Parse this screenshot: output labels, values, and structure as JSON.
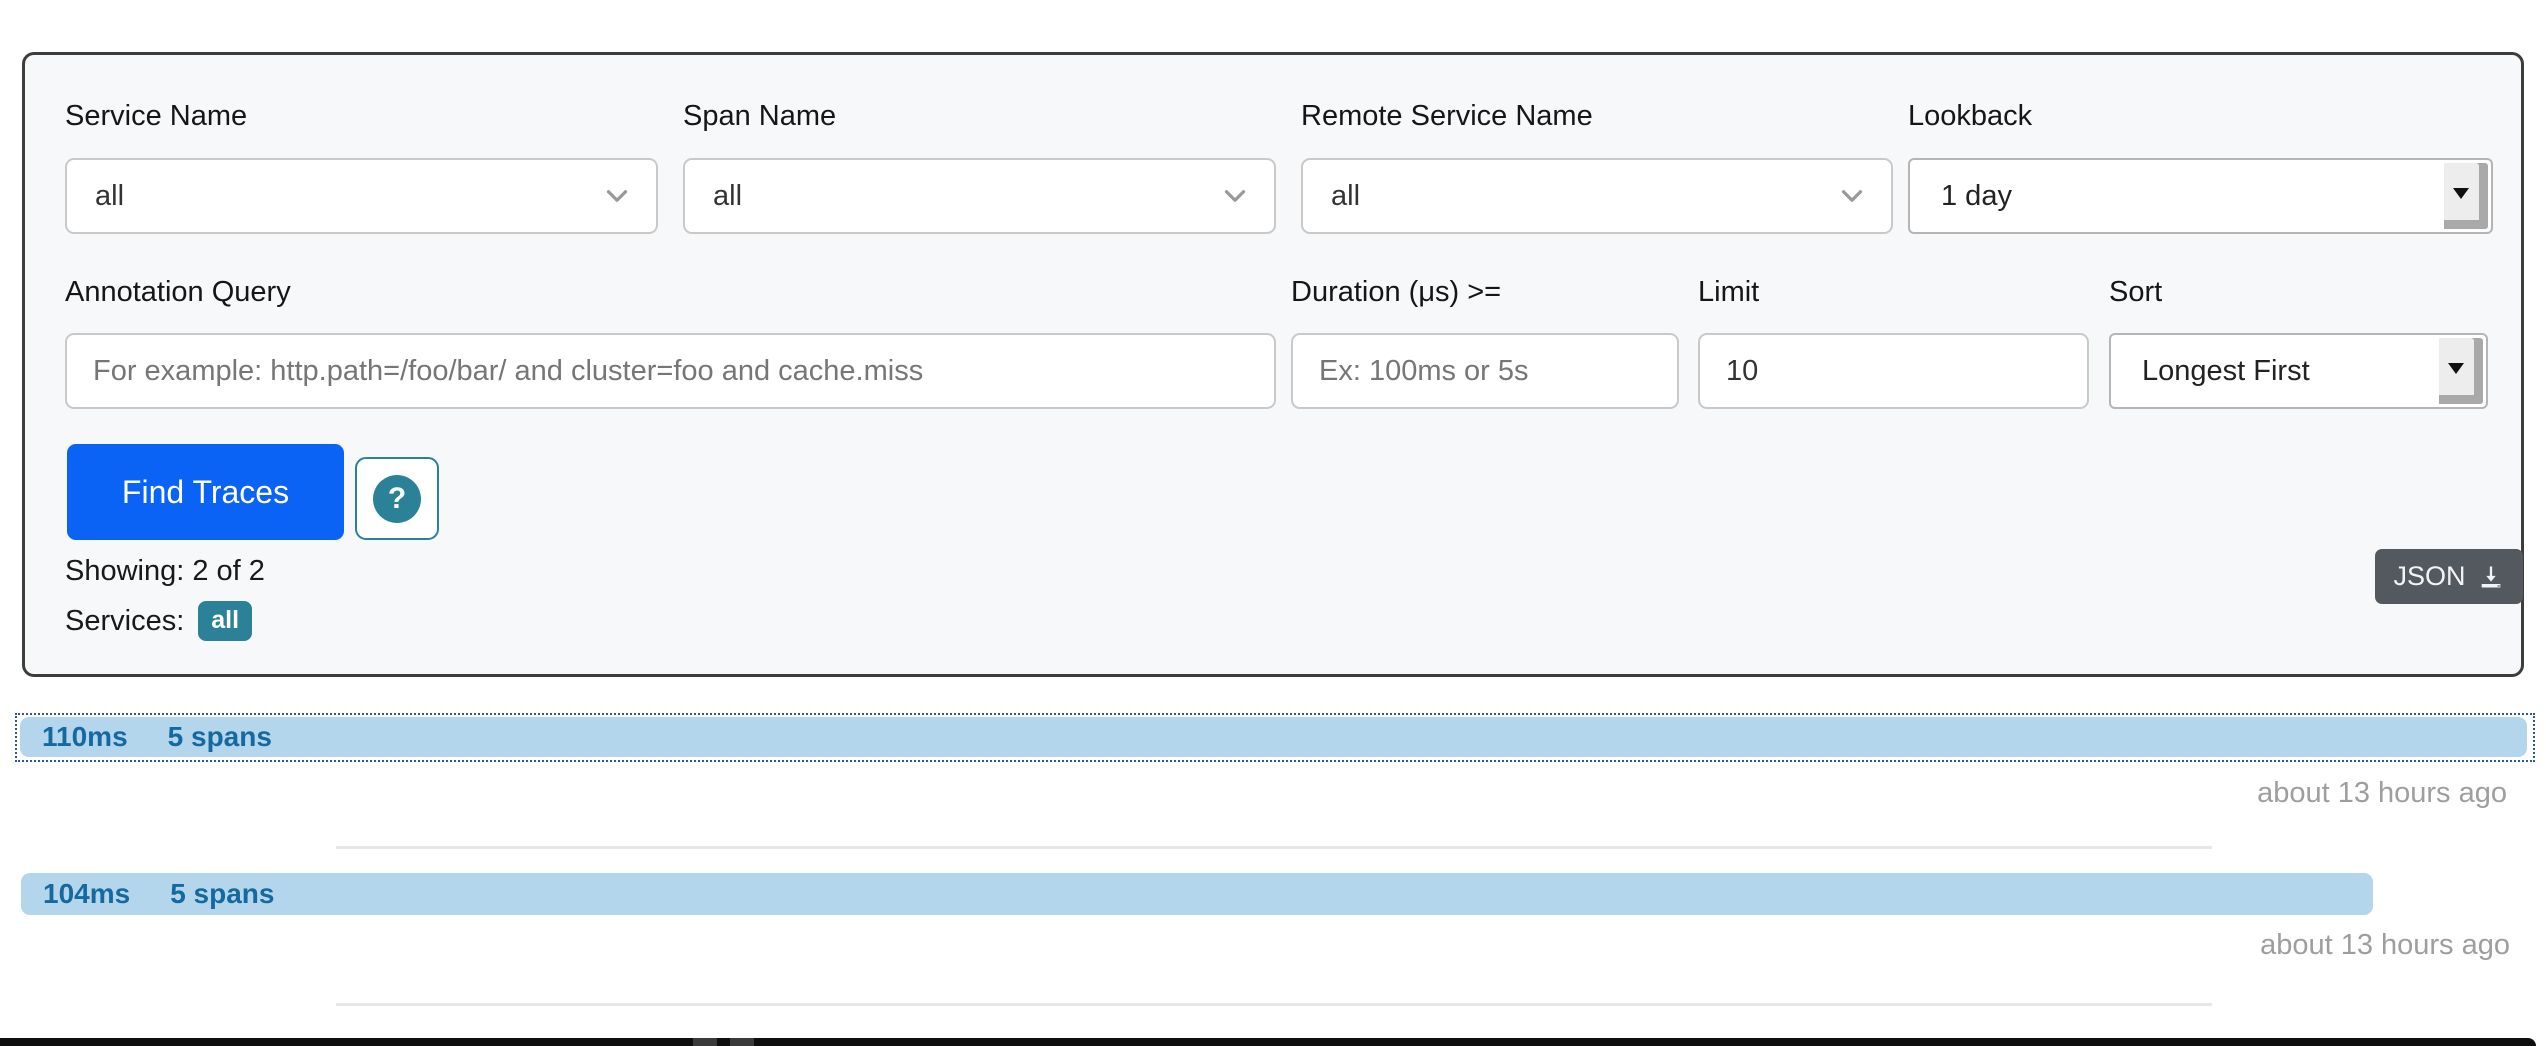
{
  "search_form": {
    "row1": {
      "service_name": {
        "label": "Service Name",
        "value": "all"
      },
      "span_name": {
        "label": "Span Name",
        "value": "all"
      },
      "remote_service_name": {
        "label": "Remote Service Name",
        "value": "all"
      },
      "lookback": {
        "label": "Lookback",
        "value": "1 day"
      }
    },
    "row2": {
      "annotation_query": {
        "label": "Annotation Query",
        "placeholder": "For example: http.path=/foo/bar/ and cluster=foo and cache.miss"
      },
      "duration": {
        "label": "Duration (μs) >=",
        "placeholder": "Ex: 100ms or 5s"
      },
      "limit": {
        "label": "Limit",
        "value": "10"
      },
      "sort": {
        "label": "Sort",
        "value": "Longest First"
      }
    },
    "actions": {
      "find_traces": "Find Traces",
      "help": "?"
    },
    "results_summary": {
      "showing": "Showing: 2 of 2",
      "services_label": "Services:",
      "services_value": "all"
    },
    "json_download_label": "JSON"
  },
  "traces": [
    {
      "duration": "110ms",
      "spans": "5 spans",
      "time_ago": "about 13 hours ago",
      "width_pct": 100
    },
    {
      "duration": "104ms",
      "spans": "5 spans",
      "time_ago": "about 13 hours ago",
      "width_pct": 93.8
    }
  ],
  "colors": {
    "primary_button": "#0b63f6",
    "teal_accent": "#2b8197",
    "trace_bar": "#b3d6ec",
    "trace_bar_text": "#15699f",
    "json_button": "#54595f",
    "focus_outline": "#2b56a2"
  }
}
